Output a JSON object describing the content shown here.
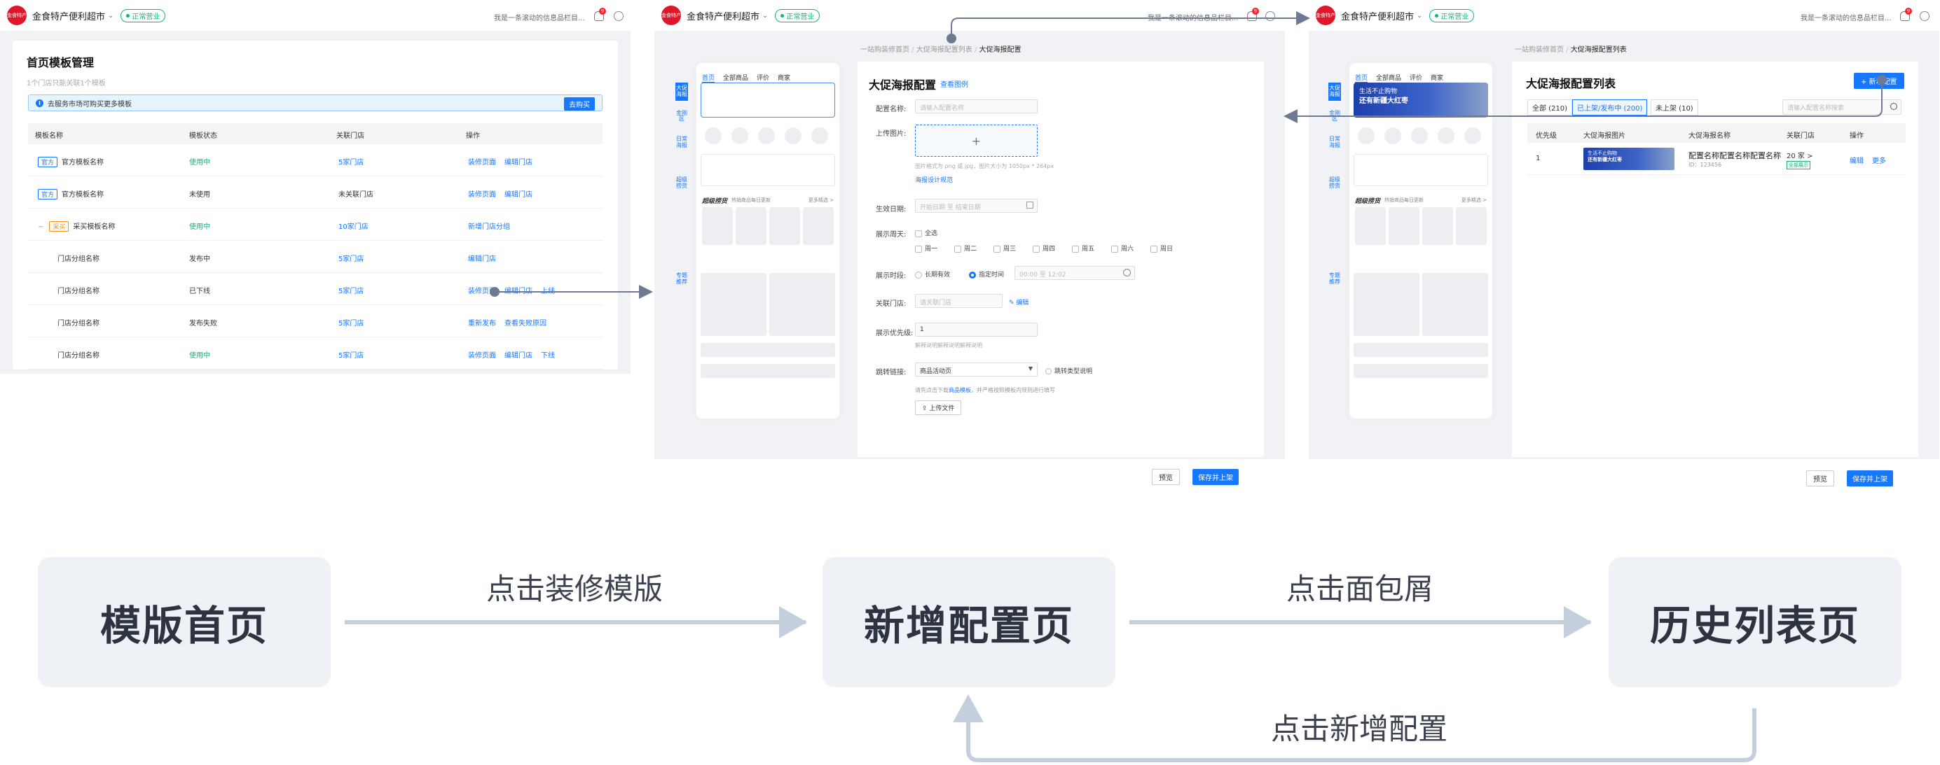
{
  "topbar": {
    "logo_text": "金食特产",
    "store_name": "金食特产便利超市",
    "status": "正常营业",
    "notice": "我是一条滚动的信息品栏目...",
    "bell_count": "9"
  },
  "panel1": {
    "title": "首页模板管理",
    "subtitle": "1个门店只能关联1个模板",
    "info": "去服务市场可购买更多模板",
    "buy_button": "去购买",
    "columns": [
      "模板名称",
      "模板状态",
      "关联门店",
      "操作"
    ],
    "rows": [
      {
        "tag": "官方",
        "name": "官方模板名称",
        "status": "使用中",
        "store": "5家门店",
        "ops": [
          "装修页面",
          "编辑门店"
        ],
        "status_color": "green"
      },
      {
        "tag": "官方",
        "name": "官方模板名称",
        "status": "未使用",
        "store": "未关联门店",
        "ops": [
          "装修页面",
          "编辑门店"
        ],
        "status_color": "plain"
      },
      {
        "tag": "采买",
        "expand": "−",
        "name": "采买模板名称",
        "status": "使用中",
        "store": "10家门店",
        "ops": [
          "新增门店分组"
        ],
        "status_color": "green"
      },
      {
        "name": "门店分组名称",
        "status": "发布中",
        "store": "5家门店",
        "ops": [
          "编辑门店"
        ],
        "status_color": "plain"
      },
      {
        "name": "门店分组名称",
        "status": "已下线",
        "store": "5家门店",
        "ops": [
          "装修页面",
          "编辑门店",
          "上线"
        ],
        "status_color": "plain"
      },
      {
        "name": "门店分组名称",
        "status": "发布失败",
        "store": "5家门店",
        "ops": [
          "重新发布",
          "查看失败原因"
        ],
        "status_color": "plain"
      },
      {
        "name": "门店分组名称",
        "status": "使用中",
        "store": "5家门店",
        "ops": [
          "装修页面",
          "编辑门店",
          "下线"
        ],
        "status_color": "green"
      }
    ]
  },
  "panel2": {
    "breadcrumb": [
      "一站购装修首页",
      "大促海报配置列表",
      "大促海报配置"
    ],
    "phone_tabs": [
      "首页",
      "全部商品",
      "评价",
      "商家"
    ],
    "phone_promo": "超级捞货",
    "phone_promo_sub": "热销商品每日更新",
    "phone_more": "更多精选 >",
    "side_tabs": [
      "大促海报",
      "金刚区",
      "日常海报",
      "超级捞货",
      "专题推荐"
    ],
    "form_title": "大促海报配置",
    "form_example": "查看图例",
    "labels": {
      "name": "配置名称:",
      "upload": "上传图片:",
      "date": "生效日期:",
      "week": "展示周天:",
      "time": "展示时段:",
      "store": "关联门店:",
      "priority": "展示优先级:",
      "link": "跳转链接:"
    },
    "name_placeholder": "请输入配置名称",
    "upload_plus": "+",
    "upload_hint": "图片格式为 png 或 jpg，图片大小为 1050px * 264px",
    "design_link": "海报设计规范",
    "date_placeholder": "开始日期 至 结束日期",
    "select_all": "全选",
    "weekdays": [
      "周一",
      "周二",
      "周三",
      "周四",
      "周五",
      "周六",
      "周日"
    ],
    "time_long": "长期有效",
    "time_custom": "指定时间",
    "time_range": "00:00 至 12:02",
    "store_placeholder": "请关联门店",
    "store_edit": "✎ 编辑",
    "priority_value": "1",
    "priority_hint": "解释说明解释说明解释说明",
    "link_value": "商品活动页",
    "link_help": "跳转类型说明",
    "link_hint_pre": "请先点击下载",
    "link_hint_link": "商品模板",
    "link_hint_post": "，并严格按照模板内规则进行填写",
    "upload_file": "上传文件",
    "btn_preview": "预览",
    "btn_save": "保存并上架"
  },
  "panel3": {
    "breadcrumb": [
      "一站购装修首页",
      "大促海报配置列表"
    ],
    "title": "大促海报配置列表",
    "add_button": "+ 新增配置",
    "tabs": [
      "全部 (210)",
      "已上架/发布中 (200)",
      "未上架 (10)"
    ],
    "search_placeholder": "请输入配置名称搜索",
    "columns": [
      "优先级",
      "大促海报图片",
      "大促海报名称",
      "关联门店",
      "操作"
    ],
    "row": {
      "priority": "1",
      "poster_line1": "生活不止购物",
      "poster_line2": "还有新疆大红枣",
      "name": "配置名称配置名称配置名称",
      "id": "ID：123456",
      "store": "20 家 >",
      "store_tag": "全部展示",
      "ops": [
        "编辑",
        "更多"
      ]
    },
    "phone_banner1": "生活不止购物",
    "phone_banner2": "还有新疆大红枣",
    "btn_preview": "预览",
    "btn_save": "保存并上架"
  },
  "flow": {
    "nodes": [
      "模版首页",
      "新增配置页",
      "历史列表页"
    ],
    "edges": [
      "点击装修模版",
      "点击面包屑",
      "点击新增配置"
    ]
  },
  "colors": {
    "accent": "#1677ff",
    "green": "#14b37c",
    "brand": "#e0162b",
    "flow_arrow": "#c4cfdd",
    "link_arrow": "#6e7a92"
  }
}
